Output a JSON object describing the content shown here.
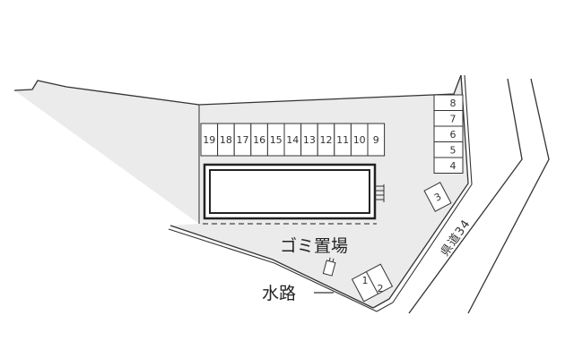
{
  "colors": {
    "lot_fill": "#ebebeb",
    "outline": "#333333",
    "stall_fill": "#ffffff",
    "building_frame": "#222222",
    "background": "#ffffff"
  },
  "parking": {
    "top_row": [
      "19",
      "18",
      "17",
      "16",
      "15",
      "14",
      "13",
      "12",
      "11",
      "10",
      "9"
    ],
    "right_column": [
      "8",
      "7",
      "6",
      "5",
      "4"
    ],
    "stall_3": "3",
    "lower_pair": [
      "1",
      "2"
    ]
  },
  "labels": {
    "garbage_area": "ゴミ置場",
    "waterway": "水路",
    "road": "県道34"
  },
  "icons": {
    "garbage_bin": "garbage-bin-icon"
  }
}
